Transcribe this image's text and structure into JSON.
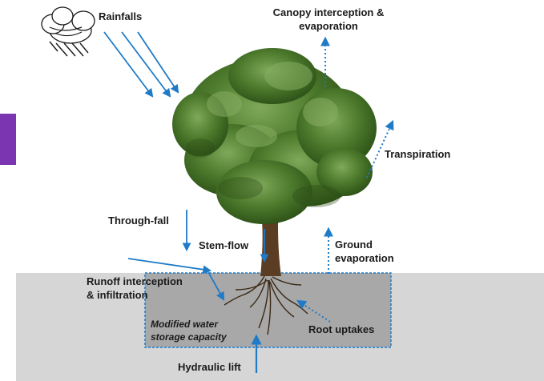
{
  "labels": {
    "rainfalls": "Rainfalls",
    "canopy_line1": "Canopy interception &",
    "canopy_line2": "evaporation",
    "transpiration": "Transpiration",
    "through_fall": "Through-fall",
    "stem_flow": "Stem-flow",
    "ground_line1": "Ground",
    "ground_line2": "evaporation",
    "runoff_line1": "Runoff interception",
    "runoff_line2": "& infiltration",
    "modified_line1": "Modified water",
    "modified_line2": "storage capacity",
    "root_uptakes": "Root uptakes",
    "hydraulic_lift": "Hydraulic lift"
  },
  "icons": {
    "rain_cloud": "rain-cloud-icon",
    "tree": "tree-icon"
  },
  "colors": {
    "arrow_blue": "#1f7bc8",
    "soil_band": "#d6d6d6",
    "storage_box": "#a8a8a8",
    "side_tab": "#7b35b0",
    "foliage": "#4d7a2c",
    "trunk": "#5a3d22"
  }
}
